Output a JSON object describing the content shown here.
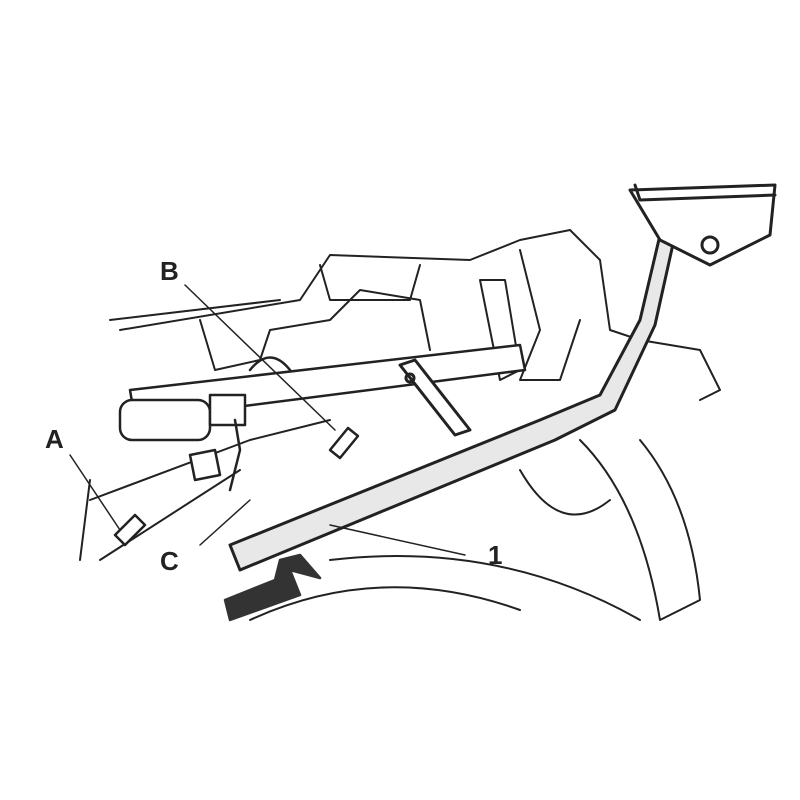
{
  "labels": {
    "a": "A",
    "b": "B",
    "c": "C",
    "part1": "1"
  },
  "colors": {
    "line": "#222222",
    "bar_fill": "#e8e8e8",
    "arrow": "#333333"
  }
}
